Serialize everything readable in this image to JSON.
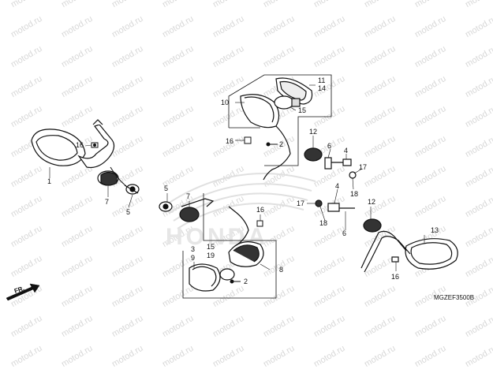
{
  "watermark": "motod.ru",
  "brand_watermark": "HONDA",
  "direction_label": "FR.",
  "diagram_code": "MGZEF3500B",
  "callouts": [
    "1",
    "2",
    "3",
    "4",
    "5",
    "6",
    "7",
    "8",
    "9",
    "10",
    "11",
    "12",
    "13",
    "14",
    "15",
    "16",
    "17",
    "18",
    "19"
  ],
  "labels": {
    "c1": "1",
    "c16a": "16",
    "c7a": "7",
    "c5a": "5",
    "c10": "10",
    "c11": "11",
    "c14": "14",
    "c15a": "15",
    "c16b": "16",
    "c2a": "2",
    "c12a": "12",
    "c6a": "6",
    "c4a": "4",
    "c17a": "17",
    "c18a": "18",
    "c5b": "5",
    "c7b": "7",
    "c16c": "16",
    "c15b": "15",
    "c19": "19",
    "c3": "3",
    "c9": "9",
    "c2b": "2",
    "c8": "8",
    "c4b": "4",
    "c17b": "17",
    "c18b": "18",
    "c12b": "12",
    "c6b": "6",
    "c13": "13",
    "c16d": "16"
  }
}
